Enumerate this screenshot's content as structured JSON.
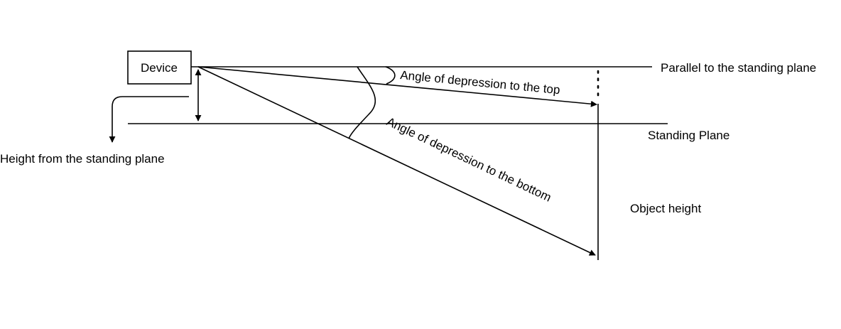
{
  "diagram": {
    "device_label": "Device",
    "parallel_label": "Parallel to the standing plane",
    "standing_plane_label": "Standing Plane",
    "height_label": "Height from the standing plane",
    "angle_top_label": "Angle of depression to the top",
    "angle_bottom_label": "Angle of depression to the bottom",
    "object_height_label": "Object height"
  },
  "colors": {
    "line": "#000000",
    "background": "#ffffff"
  }
}
